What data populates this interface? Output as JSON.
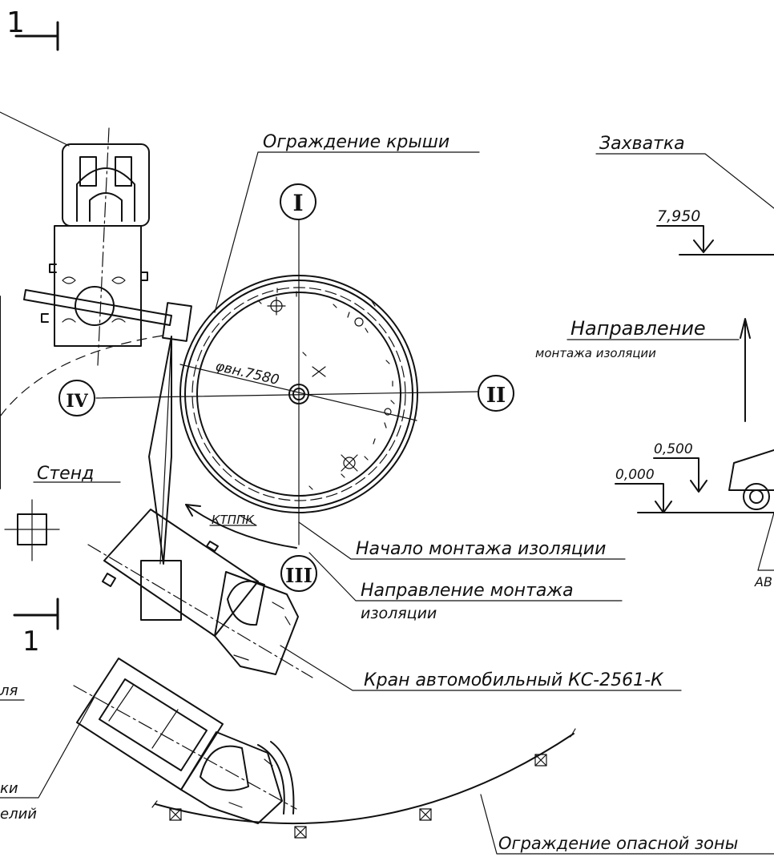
{
  "labels": {
    "roof_fence": "Ограждение крыши",
    "grip": "Захватка",
    "direction_title": "Направление",
    "direction_sub": "монтажа изоляции",
    "stand": "Стенд",
    "start_insulation": "Начало монтажа изоляции",
    "direction_mount_line1": "Направление монтажа",
    "direction_mount_line2": "изоляции",
    "crane": "Кран автомобильный КС-2561-К",
    "danger_fence": "Ограждение опасной зоны",
    "diameter": "φвн.7580",
    "ktppk": "КТППК",
    "partial_left_1": "ля",
    "partial_left_2": "ки",
    "partial_left_3": "елий",
    "partial_right": "АВ"
  },
  "section_marks": {
    "top": "1",
    "bottom": "1"
  },
  "axes": {
    "I": "I",
    "II": "II",
    "III": "III",
    "IV": "IV"
  },
  "levels": {
    "top": "7,950",
    "mid": "0,500",
    "zero": "0,000"
  }
}
